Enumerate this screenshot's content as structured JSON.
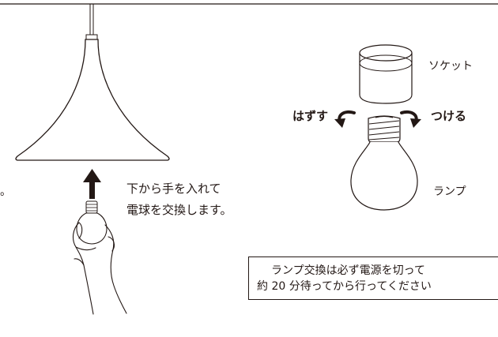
{
  "labels": {
    "socket": "ソケット",
    "remove": "はずす",
    "attach": "つける",
    "lamp": "ランプ",
    "instruction_line1": "下から手を入れて",
    "instruction_line2": "電球を交換します。",
    "stray_mark": "。"
  },
  "notice": {
    "line1": "ランプ交換は必ず電源を切って",
    "line2": "約 20 分待ってから行ってください"
  },
  "colors": {
    "ink": "#231815",
    "background": "#ffffff"
  }
}
